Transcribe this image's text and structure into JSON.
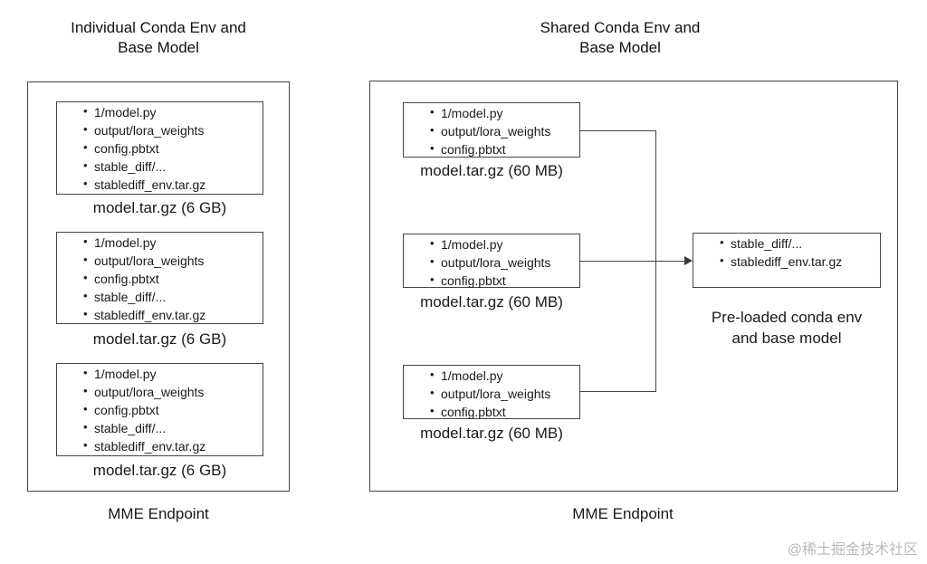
{
  "left_panel": {
    "title": "Individual Conda Env and\nBase Model",
    "endpoint_label": "MME Endpoint",
    "boxes": [
      {
        "items": [
          "1/model.py",
          "output/lora_weights",
          "config.pbtxt",
          "stable_diff/...",
          "stablediff_env.tar.gz"
        ],
        "label": "model.tar.gz (6 GB)"
      },
      {
        "items": [
          "1/model.py",
          "output/lora_weights",
          "config.pbtxt",
          "stable_diff/...",
          "stablediff_env.tar.gz"
        ],
        "label": "model.tar.gz (6 GB)"
      },
      {
        "items": [
          "1/model.py",
          "output/lora_weights",
          "config.pbtxt",
          "stable_diff/...",
          "stablediff_env.tar.gz"
        ],
        "label": "model.tar.gz (6 GB)"
      }
    ]
  },
  "right_panel": {
    "title": "Shared Conda Env and\nBase Model",
    "endpoint_label": "MME Endpoint",
    "boxes": [
      {
        "items": [
          "1/model.py",
          "output/lora_weights",
          "config.pbtxt"
        ],
        "label": "model.tar.gz (60 MB)"
      },
      {
        "items": [
          "1/model.py",
          "output/lora_weights",
          "config.pbtxt"
        ],
        "label": "model.tar.gz (60 MB)"
      },
      {
        "items": [
          "1/model.py",
          "output/lora_weights",
          "config.pbtxt"
        ],
        "label": "model.tar.gz (60 MB)"
      }
    ],
    "shared_box": {
      "items": [
        "stable_diff/...",
        "stablediff_env.tar.gz"
      ],
      "caption": "Pre-loaded conda env\nand base model"
    }
  },
  "watermark": "@稀土掘金技术社区",
  "colors": {
    "line": "#454545",
    "text": "#1a1a1a",
    "watermark": "#b7bbbe"
  }
}
